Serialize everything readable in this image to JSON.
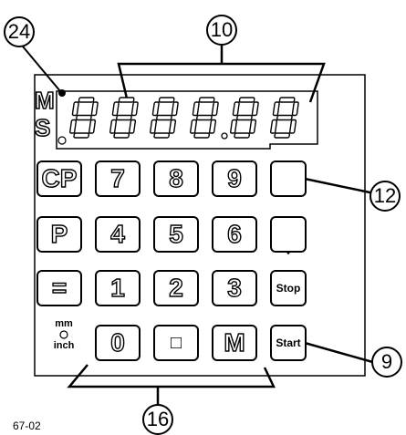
{
  "callouts": {
    "display_assembly": "10",
    "indicator_led": "24",
    "arrow_keys": "12",
    "start_key": "9",
    "keypad": "16"
  },
  "panel": {
    "m_label": "M",
    "s_label": "S",
    "display_digits": [
      "8",
      "8",
      "8",
      "8",
      "8",
      "8"
    ],
    "decimal_after_digit": 4
  },
  "keys": {
    "cp": "CP",
    "p": "P",
    "equals": "=",
    "d7": "7",
    "d8": "8",
    "d9": "9",
    "d4": "4",
    "d5": "5",
    "d6": "6",
    "d1": "1",
    "d2": "2",
    "d3": "3",
    "d0": "0",
    "point": "□",
    "m": "M",
    "stop": "Stop",
    "start": "Start"
  },
  "unit_switch": {
    "mm": "mm",
    "inch": "inch"
  },
  "figure_id": "67-02"
}
